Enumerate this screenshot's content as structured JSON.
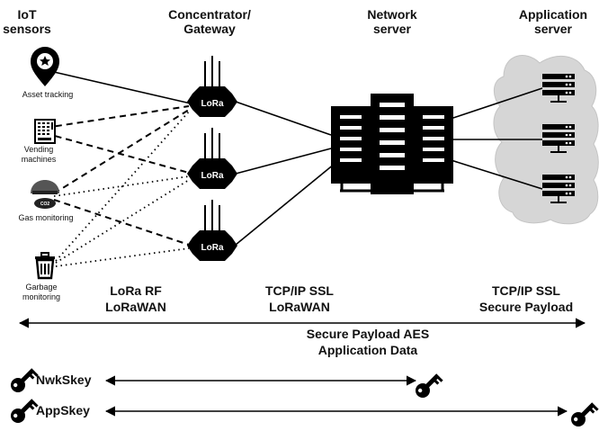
{
  "headers": {
    "iot_line1": "IoT",
    "iot_line2": "sensors",
    "gateway_line1": "Concentrator/",
    "gateway_line2": "Gateway",
    "network_line1": "Network",
    "network_line2": "server",
    "app_line1": "Application",
    "app_line2": "server"
  },
  "sensors": {
    "asset": "Asset tracking",
    "vending_line1": "Vending",
    "vending_line2": "machines",
    "gas": "Gas monitoring",
    "co2": "CO2",
    "garbage_line1": "Garbage",
    "garbage_line2": "monitoring"
  },
  "gateway_label": "LoRa",
  "protocols": {
    "rf_line1": "LoRa RF",
    "rf_line2": "LoRaWAN",
    "tcp1_line1": "TCP/IP SSL",
    "tcp1_line2": "LoRaWAN",
    "tcp2_line1": "TCP/IP SSL",
    "tcp2_line2": "Secure Payload"
  },
  "payload": {
    "line1": "Secure Payload AES",
    "line2": "Application Data"
  },
  "keys": {
    "nwk": "NwkSkey",
    "app": "AppSkey"
  },
  "icons": {
    "location": "location-pin-icon",
    "vending": "vending-machine-icon",
    "gas": "gas-sensor-icon",
    "garbage": "trash-bin-icon",
    "gateway": "lora-gateway-icon",
    "network_server": "server-rack-icon",
    "cloud": "cloud-icon",
    "app_server": "rack-server-icon",
    "key": "key-icon"
  }
}
